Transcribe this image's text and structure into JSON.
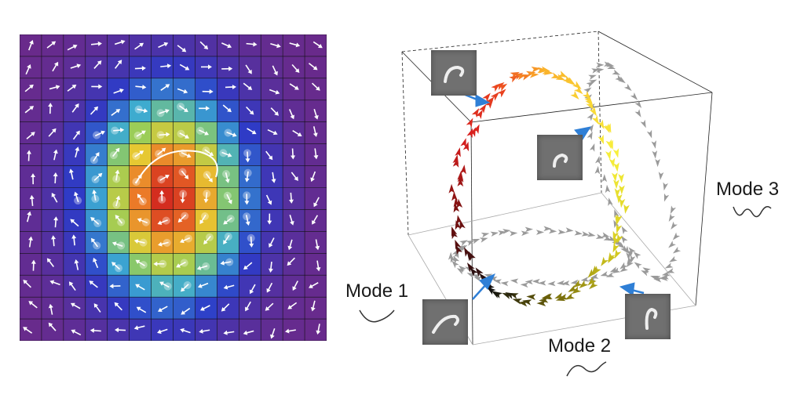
{
  "modes": [
    {
      "label": "Mode 1",
      "icon": "wave-mode-1-icon"
    },
    {
      "label": "Mode 2",
      "icon": "wave-mode-2-icon"
    },
    {
      "label": "Mode 3",
      "icon": "wave-mode-3-icon"
    }
  ],
  "colors": {
    "heat_low": "#6a2a8a",
    "heat_high": "#d22a1a",
    "arrow_gray": "#9a9a9a",
    "pointer_blue": "#2f7fd6",
    "thumb_bg": "#707070"
  },
  "heatmap": {
    "grid_size": 14,
    "colormap": "jet"
  }
}
